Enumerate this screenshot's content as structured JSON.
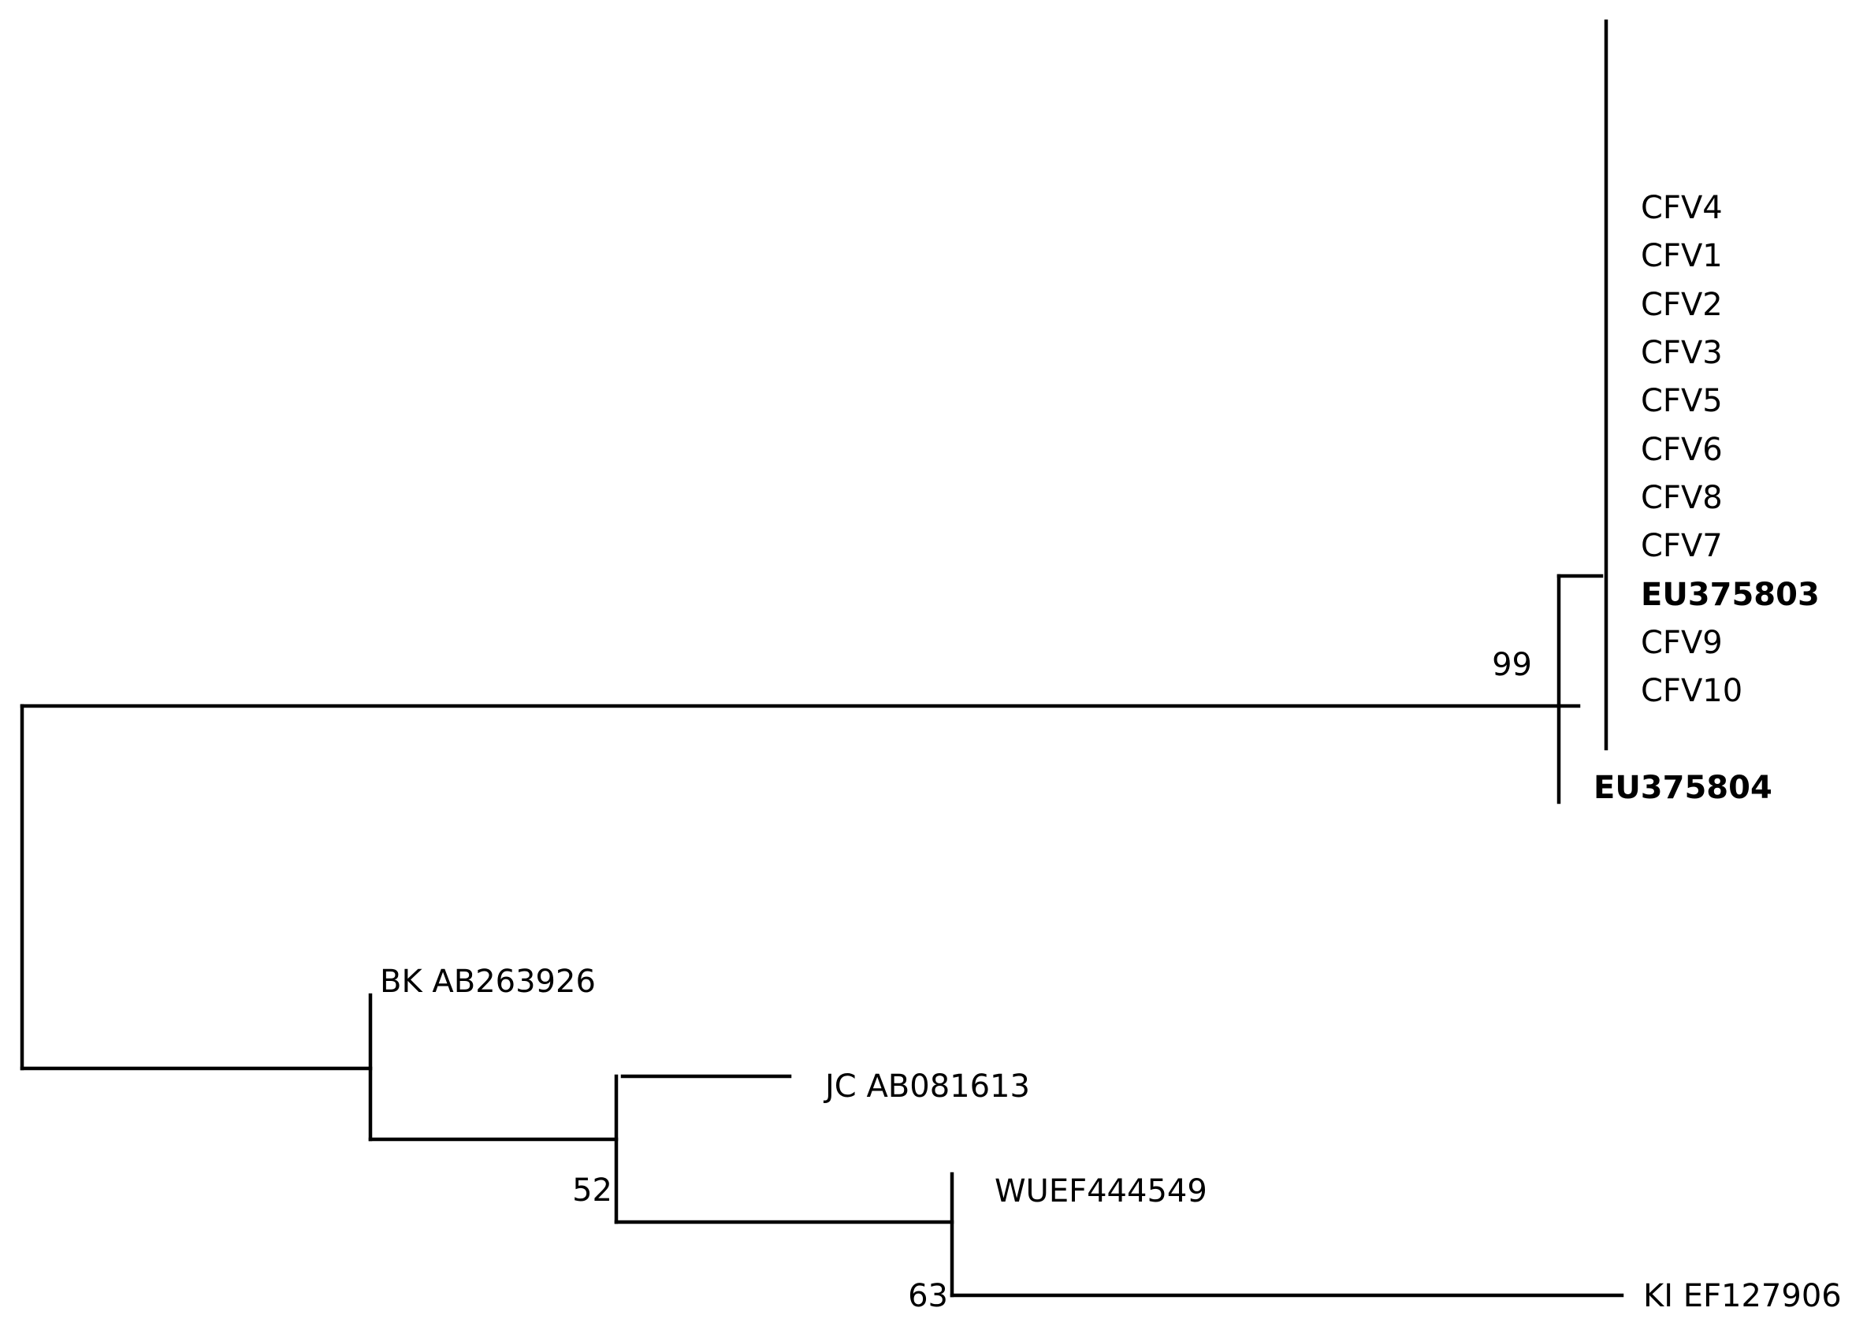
{
  "tree": {
    "taxa": {
      "cfv4": "CFV4",
      "cfv1": "CFV1",
      "cfv2": "CFV2",
      "cfv3": "CFV3",
      "cfv5": "CFV5",
      "cfv6": "CFV6",
      "cfv8": "CFV8",
      "cfv7": "CFV7",
      "eu375803": "EU375803",
      "cfv9": "CFV9",
      "cfv10": "CFV10",
      "eu375804": "EU375804",
      "bk": "BK AB263926",
      "jc": "JC AB081613",
      "wu": "WUEF444549",
      "ki": "KI EF127906"
    },
    "bootstrap": {
      "node_cfv_eu": "99",
      "node_jc_wu_ki": "52",
      "node_wu_ki": "63"
    },
    "bold_taxa": [
      "EU375803",
      "EU375804"
    ],
    "line_color": "#000000"
  }
}
